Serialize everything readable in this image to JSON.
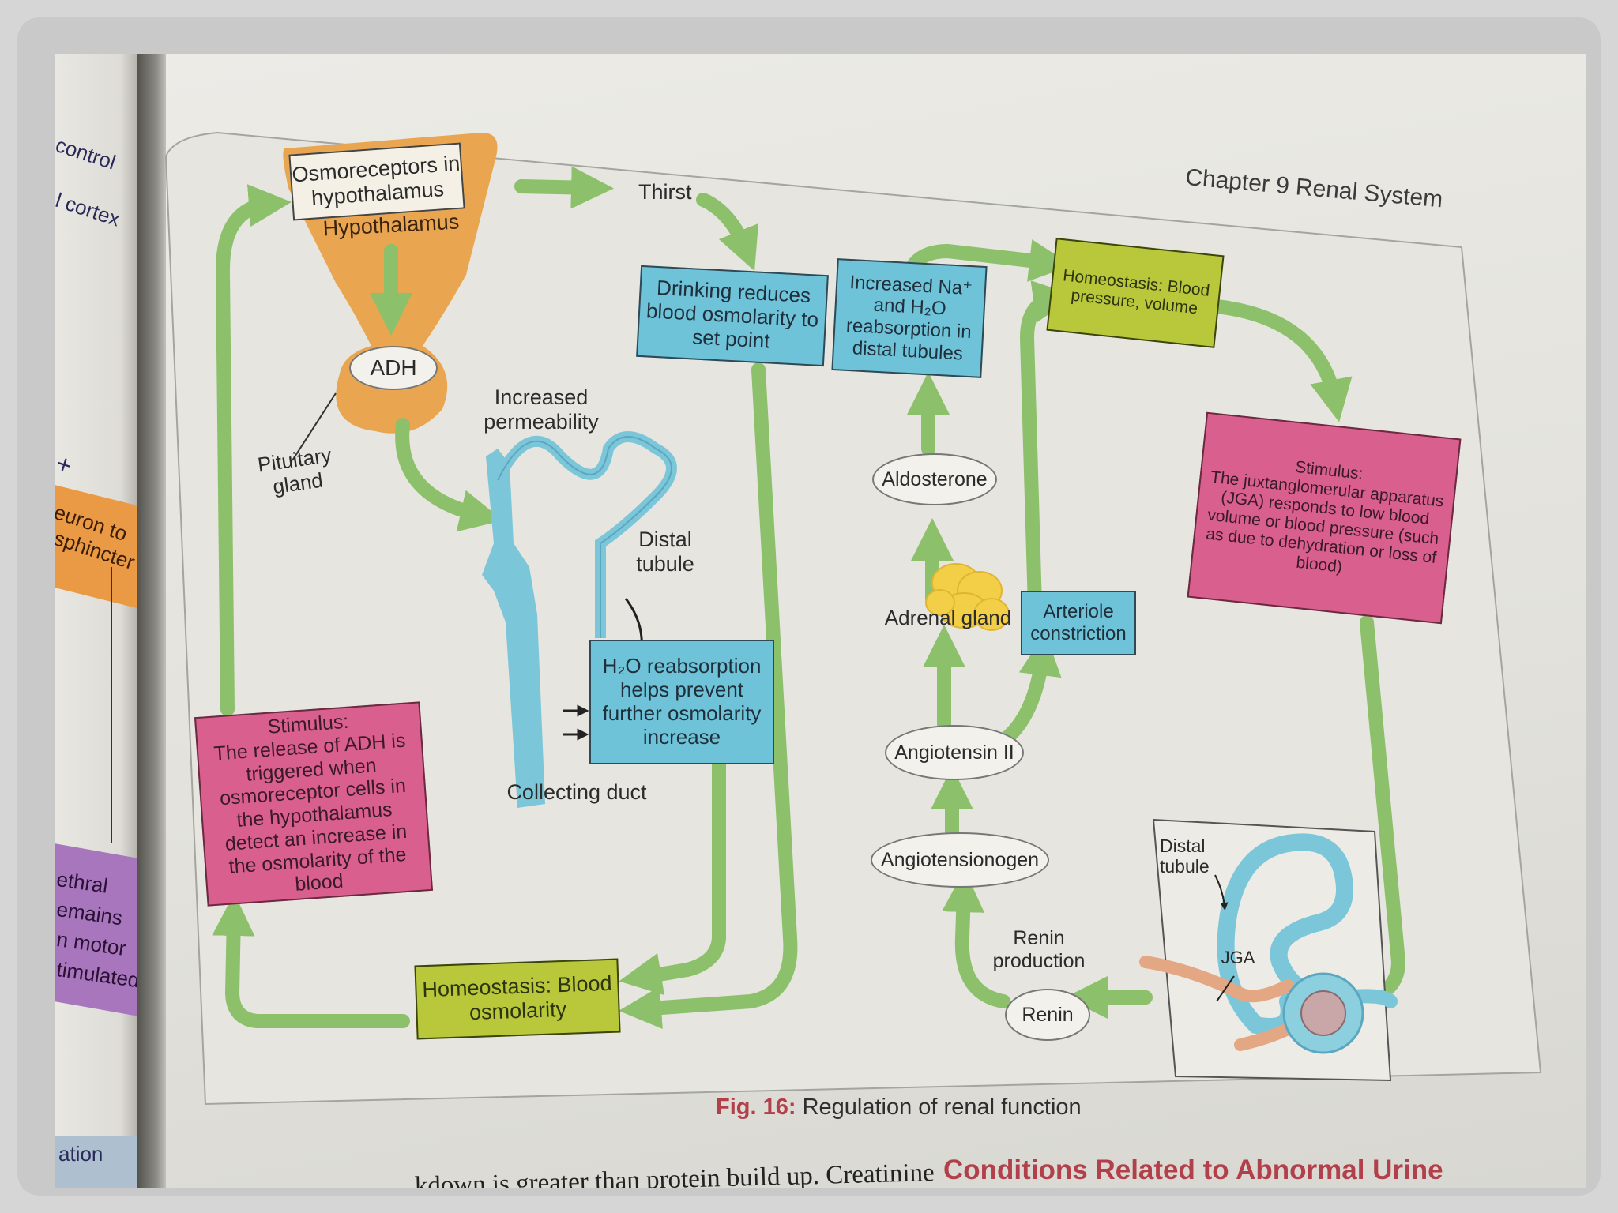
{
  "chapter_header": "Chapter 9  Renal System",
  "left_page": {
    "fragments": [
      "control",
      "l cortex",
      "+",
      "euron to",
      "sphincter",
      "ethral",
      "emains",
      "n motor",
      "timulated",
      "ation"
    ]
  },
  "diagram": {
    "osmoreceptors": "Osmoreceptors in hypothalamus",
    "hypothalamus": "Hypothalamus",
    "adh": "ADH",
    "pituitary": "Pituitary gland",
    "thirst": "Thirst",
    "drinking": "Drinking reduces blood osmolarity to set point",
    "increased_permeability": "Increased permeability",
    "distal_tubule": "Distal tubule",
    "h2o_reabsorption": "H₂O reabsorption helps prevent further osmolarity increase",
    "collecting_duct": "Collecting duct",
    "stimulus_adh_title": "Stimulus:",
    "stimulus_adh": "The release of ADH is triggered when osmoreceptor cells in the hypothalamus detect an increase in the osmolarity of the blood",
    "homeostasis_osmolarity": "Homeostasis: Blood osmolarity",
    "increased_na": "Increased Na⁺ and H₂O reabsorption in distal tubules",
    "aldosterone": "Aldosterone",
    "adrenal_gland": "Adrenal gland",
    "angiotensin_ii": "Angiotensin II",
    "angiotensinogen": "Angiotensionogen",
    "arteriole": "Arteriole constriction",
    "renin_production": "Renin production",
    "renin": "Renin",
    "homeostasis_bp": "Homeostasis: Blood pressure, volume",
    "stimulus_jga_title": "Stimulus:",
    "stimulus_jga": "The juxtanglomerular apparatus (JGA) responds to low blood volume or blood pressure (such as due to dehydration or loss of blood)",
    "inset_distal": "Distal tubule",
    "inset_jga": "JGA"
  },
  "caption": {
    "label": "Fig. 16:",
    "text": "Regulation of renal function"
  },
  "bottom": {
    "body_text": "...kdown is greater than protein build up. Creatinine",
    "heading": "Conditions Related to Abnormal Urine"
  },
  "colors": {
    "arrow_green": "#8cc06a",
    "box_blue": "#6fc3d8",
    "box_pink": "#d9608e",
    "box_lime": "#b8c83a",
    "hypothalamus_orange": "#e9a54f",
    "kidney_blue": "#7cc6d9",
    "caption_red": "#b2404a"
  }
}
